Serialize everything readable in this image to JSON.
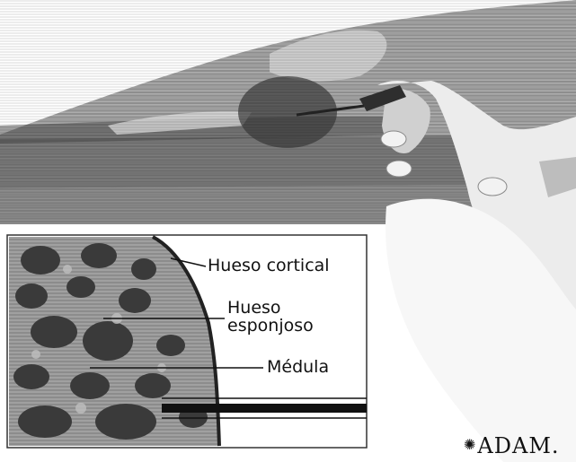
{
  "labels": {
    "cortical": "Hueso cortical",
    "esponjoso_line1": "Hueso",
    "esponjoso_line2": "esponjoso",
    "medula": "Médula"
  },
  "logo": {
    "mark": "✺",
    "text": "ADAM."
  },
  "colors": {
    "background": "#ffffff",
    "ink": "#111111",
    "skin_gray": "#9a9a9a",
    "dark_gray": "#4a4a4a"
  },
  "icons": {
    "logo_mark": "adam-flower-icon"
  }
}
